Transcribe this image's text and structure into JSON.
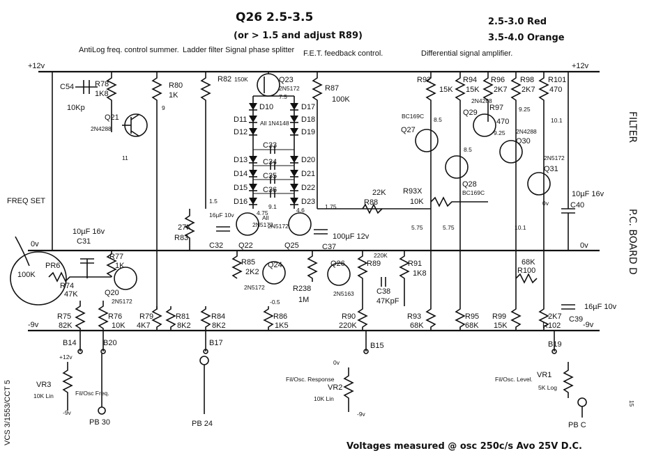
{
  "header": {
    "q26_note": "Q26  2.5-3.5",
    "q26_sub": "(or > 1.5  and adjust R89)",
    "red_note": "2.5-3.0  Red",
    "orange_note": "3.5-4.0  Orange"
  },
  "sections": {
    "antilog": "AntiLog freq. control summer.",
    "ladder": "Ladder filter Signal phase splitter",
    "fet": "F.E.T. feedback control.",
    "diff": "Differential signal amplifier."
  },
  "rails": {
    "plus12_left": "+12v",
    "plus12_right": "+12v",
    "zero_left": "0v",
    "zero_right": "0v",
    "minus9_left": "-9v",
    "minus9_right": "-9v"
  },
  "components": {
    "C54": "C54",
    "C54_val": "10Kp",
    "R78": "R78",
    "R78_val": "1K8",
    "R80": "R80",
    "R80_val": "1K",
    "R82": "R82",
    "R82_val": "150K",
    "Q23": "Q23",
    "Q23_type": "2N5172",
    "R87": "R87",
    "R87_val": "100K",
    "Q21": "Q21",
    "Q21_type": "2N4288",
    "diodes_note": "All 1N4148",
    "D10": "D10",
    "D11": "D11",
    "D12": "D12",
    "D13": "D13",
    "D14": "D14",
    "D15": "D15",
    "D16": "D16",
    "D17": "D17",
    "D18": "D18",
    "D19": "D19",
    "D20": "D20",
    "D21": "D21",
    "D22": "D22",
    "D23": "D23",
    "C33": "C33",
    "C34": "C34",
    "C35": "C35",
    "C36": "C36",
    "R92": "R92",
    "R92_val": "15K",
    "R94": "R94",
    "R94_val": "15K",
    "R96": "R96",
    "R96_val": "2K7",
    "R98": "R98",
    "R98_val": "2K7",
    "R101": "R101",
    "R101_val": "470",
    "R97": "R97",
    "R97_val": "470",
    "Q27": "Q27",
    "Q27_type": "BC169C",
    "Q28": "Q28",
    "Q28_type": "BC169C",
    "Q29": "Q29",
    "Q29_type": "2N4288",
    "Q30": "Q30",
    "Q30_type": "2N4288",
    "Q31": "Q31",
    "Q31_type": "2N5172",
    "R88": "R88",
    "R88_val": "22K",
    "R93X": "R93X",
    "R93X_val": "10K",
    "C40": "C40",
    "C40_val": "10µF 16v",
    "R83": "R83",
    "R83_val": "27K",
    "C32": "C32",
    "C32_val": "16µF 10v",
    "all_note": "All",
    "Q22": "Q22",
    "Q22_type": "2N5172",
    "Q25": "Q25",
    "Q25_type": "2N5172",
    "C37": "C37",
    "C37_val": "100µF 12v",
    "C31": "C31",
    "C31_val": "10µF 16v",
    "R77": "R77",
    "R77_val": "1K",
    "R85": "R85",
    "R85_val": "2K2",
    "Q24": "Q24",
    "Q24_type": "2N5172",
    "Q26": "Q26",
    "Q26_type": "2N5163",
    "R89": "R89",
    "R89_val": "220K",
    "R91": "R91",
    "R91_val": "1K8",
    "C38": "C38",
    "C38_val": "47KpF",
    "R238": "R238",
    "R238_val": "1M",
    "R100": "R100",
    "R100_val": "68K",
    "PR6": "PR6",
    "PR6_val": "100K",
    "R74": "R74",
    "R74_val": "47K",
    "Q20": "Q20",
    "Q20_type": "2N5172",
    "R75": "R75",
    "R75_val": "82K",
    "R76": "R76",
    "R76_val": "10K",
    "R79": "R79",
    "R79_val": "4K7",
    "R81": "R81",
    "R81_val": "8K2",
    "R84": "R84",
    "R84_val": "8K2",
    "R86": "R86",
    "R86_val": "1K5",
    "R90": "R90",
    "R90_val": "220K",
    "R93": "R93",
    "R93_val": "68K",
    "R95": "R95",
    "R95_val": "68K",
    "R99": "R99",
    "R99_val": "15K",
    "R102": "R102",
    "R102_val": "2K7",
    "C39": "C39",
    "C39_val": "16µF 10v"
  },
  "voltages": {
    "v_q23_e": "7.5",
    "v_q27": "8.5",
    "v_q29": "9.25",
    "v_q30": "9.25",
    "v_r101": "10.1",
    "v_q28": "8.5",
    "v_q22": "4.75",
    "v_mid": "9.1",
    "v_q25": "4.6",
    "v_fet": "1.75",
    "v_r93": "5.75",
    "v_r95": "5.75",
    "v_r99": "10.1",
    "v_q31": "0v",
    "v_r83": "1.5",
    "v_q24": "-0.5",
    "v_q21": "11",
    "v_r80": "9"
  },
  "terminals": {
    "B14": "B14",
    "B20": "B20",
    "B17": "B17",
    "B15": "B15",
    "B19": "B19",
    "PB30": "PB 30",
    "PB24": "PB 24",
    "PBC": "PB C"
  },
  "controls": {
    "VR3": "VR3",
    "VR3_val": "10K Lin",
    "VR3_func": "Fil/Osc Freq.",
    "VR2": "VR2",
    "VR2_val": "10K Lin",
    "VR2_func": "Fil/Osc. Response",
    "VR1": "VR1",
    "VR1_val": "5K Log",
    "VR1_func": "Fil/Osc. Level.",
    "vr3_plus": "+12v",
    "vr3_minus": "-9v",
    "vr2_top": "0v",
    "vr2_bottom": "-9v"
  },
  "freq_set": "FREQ SET",
  "side": {
    "filter": "FILTER",
    "board": "P.C. BOARD D",
    "ref": "VCS 3/1553/CCT 5",
    "page": "15"
  },
  "footer": "Voltages measured @ osc 250c/s Avo 25V D.C."
}
